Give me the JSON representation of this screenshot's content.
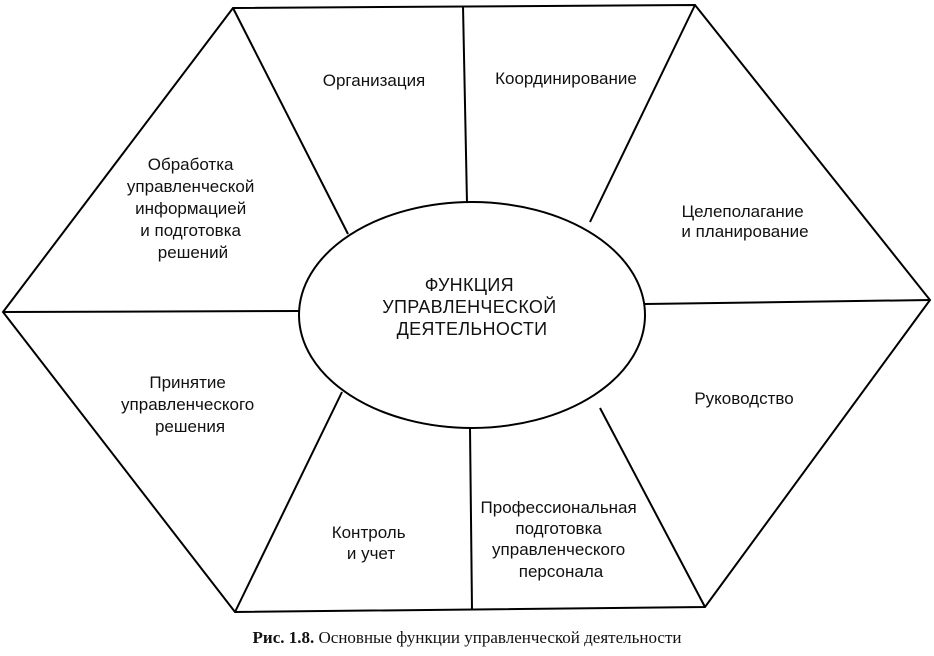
{
  "diagram": {
    "center_lines": [
      "ФУНКЦИЯ",
      "УПРАВЛЕНЧЕСКОЙ",
      "ДЕЯТЕЛЬНОСТИ"
    ],
    "segments": {
      "organization": [
        "Организация"
      ],
      "coordination": [
        "Координирование"
      ],
      "goal_setting": [
        "Целеполагание",
        "и планирование"
      ],
      "leadership": [
        "Руководство"
      ],
      "training": [
        "Профессиональная",
        "подготовка",
        "управленческого",
        "персонала"
      ],
      "control": [
        "Контроль",
        "и учет"
      ],
      "decision": [
        "Принятие",
        "управленческого",
        "решения"
      ],
      "info_processing": [
        "Обработка",
        "управленческой",
        "информацией",
        "и подготовка",
        "решений"
      ]
    }
  },
  "caption": {
    "number": "Рис. 1.8.",
    "text": "Основные функции управленческой деятельности"
  }
}
